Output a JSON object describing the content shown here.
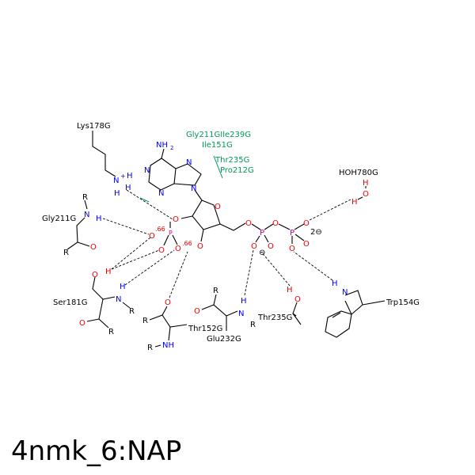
{
  "title": "4nmk_6:NAP",
  "residues": {
    "lys": "Lys178G",
    "gly211": "Gly211G",
    "ser": "Ser181G",
    "thr152": "Thr152G",
    "glu": "Glu232G",
    "thr235": "Thr235G",
    "trp": "Trp154G",
    "hoh": "HOH780G"
  },
  "hydrophobic": [
    "Gly211GIle239G",
    "Ile151G",
    "Thr235G",
    "Pro212G"
  ],
  "atoms": {
    "N": "N",
    "O": "O",
    "H": "H",
    "P": "P",
    "R": "R",
    "NH": "NH",
    "NH2": "NH",
    "sub2": "2",
    "charge_plus": "+",
    "charge_2minus": "2⊖",
    "charge_minus": "⊖",
    "occ": ".66"
  },
  "colors": {
    "hydrophobic": "#009955",
    "oxygen": "#e00000",
    "nitrogen": "#0000ff",
    "phosphorus": "#d0008a"
  }
}
